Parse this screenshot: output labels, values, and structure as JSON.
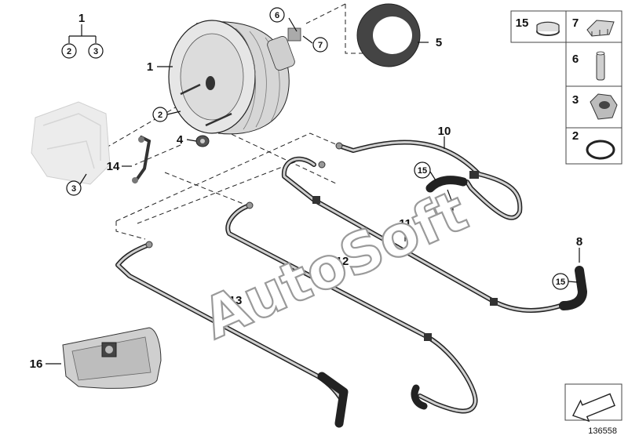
{
  "diagram": {
    "hierarchy": {
      "parent": "1",
      "children": [
        "2",
        "3"
      ]
    },
    "callouts": [
      {
        "id": "c1",
        "text": "1"
      },
      {
        "id": "c4",
        "text": "4"
      },
      {
        "id": "c5",
        "text": "5"
      },
      {
        "id": "c8",
        "text": "8"
      },
      {
        "id": "c9",
        "text": "9"
      },
      {
        "id": "c10",
        "text": "10"
      },
      {
        "id": "c11",
        "text": "11"
      },
      {
        "id": "c12",
        "text": "12"
      },
      {
        "id": "c13",
        "text": "13"
      },
      {
        "id": "c14",
        "text": "14"
      },
      {
        "id": "c16",
        "text": "16"
      }
    ],
    "circled_callouts": [
      {
        "id": "k2",
        "text": "2"
      },
      {
        "id": "k3",
        "text": "3"
      },
      {
        "id": "k6",
        "text": "6"
      },
      {
        "id": "k7",
        "text": "7"
      },
      {
        "id": "k15a",
        "text": "15"
      },
      {
        "id": "k15b",
        "text": "15"
      }
    ],
    "legend": [
      {
        "text": "15"
      },
      {
        "text": "7"
      },
      {
        "text": "6"
      },
      {
        "text": "3"
      },
      {
        "text": "2"
      }
    ],
    "watermark": "AutoSoft",
    "reference_number": "136558"
  }
}
